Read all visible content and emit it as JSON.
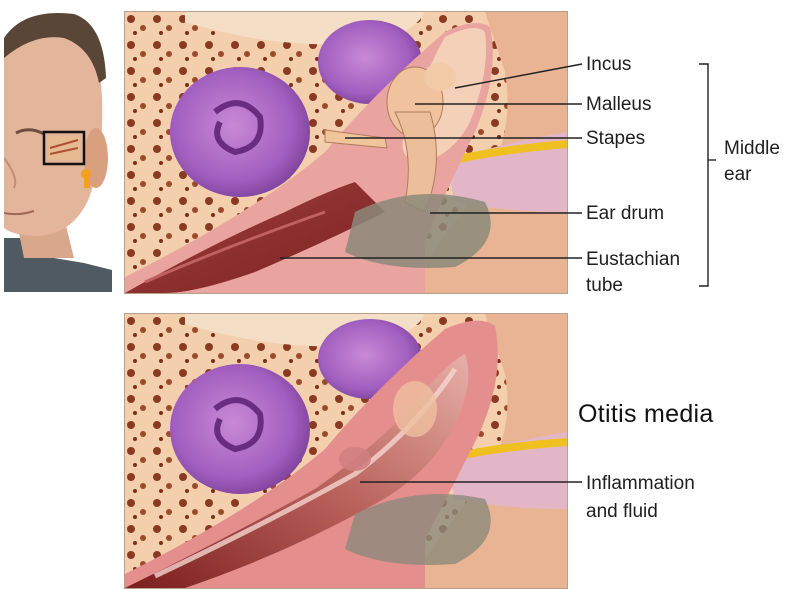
{
  "labels": {
    "incus": "Incus",
    "malleus": "Malleus",
    "stapes": "Stapes",
    "ear_drum": "Ear drum",
    "eustachian_line1": "Eustachian",
    "eustachian_line2": "tube",
    "middle_ear_line1": "Middle",
    "middle_ear_line2": "ear",
    "inflammation_line1": "Inflammation",
    "inflammation_line2": "and fluid"
  },
  "title": "Otitis media"
}
